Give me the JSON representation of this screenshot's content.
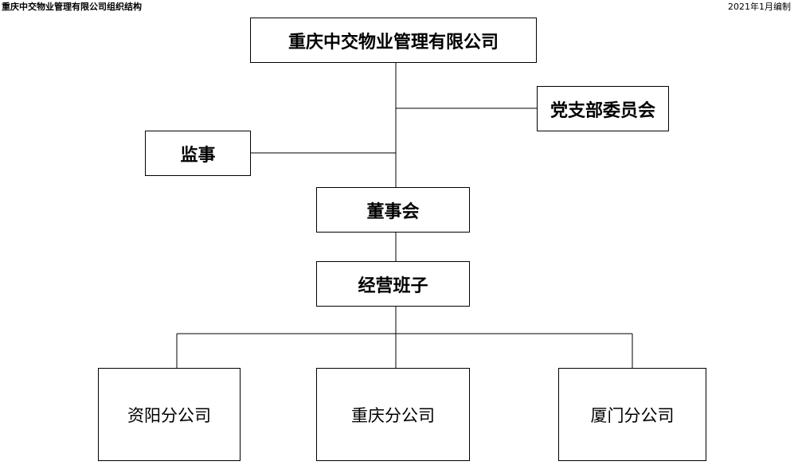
{
  "header": {
    "title": "重庆中交物业管理有限公司组织结构",
    "date_note": "2021年1月编制"
  },
  "org": {
    "company": "重庆中交物业管理有限公司",
    "party_committee": "党支部委员会",
    "supervisor": "监事",
    "board": "董事会",
    "management": "经营班子",
    "branches": [
      "资阳分公司",
      "重庆分公司",
      "厦门分公司"
    ]
  },
  "colors": {
    "line": "#000000",
    "box_border": "#000000",
    "background": "#ffffff"
  }
}
